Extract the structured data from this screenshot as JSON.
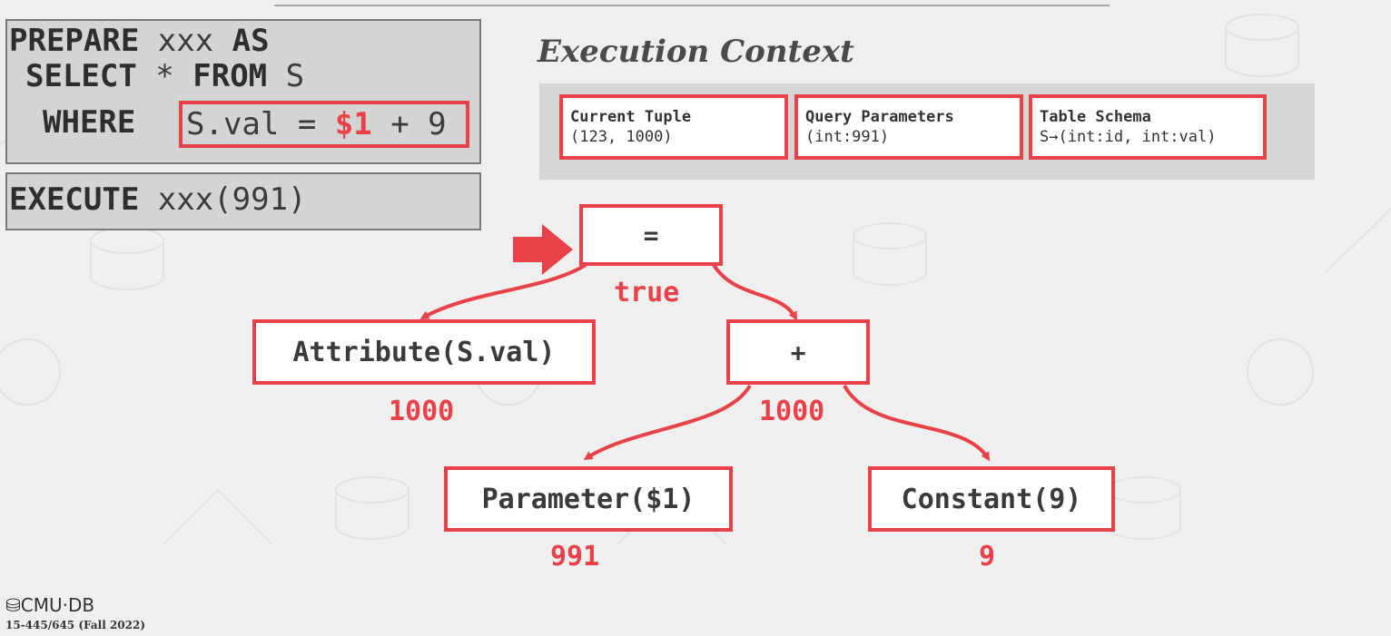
{
  "sql": {
    "line1_kw1": "PREPARE",
    "line1_tx": " xxx ",
    "line1_kw2": "AS",
    "line2_kw1": "SELECT",
    "line2_tx1": " * ",
    "line2_kw2": "FROM",
    "line2_tx2": " S",
    "line3_kw": "WHERE",
    "where_left": "S.val = ",
    "where_param": "$1",
    "where_right": " + 9",
    "exec_kw": "EXECUTE",
    "exec_tx": " xxx(991)"
  },
  "context": {
    "title": "Execution Context",
    "cards": [
      {
        "title": "Current Tuple",
        "value": "(123, 1000)"
      },
      {
        "title": "Query Parameters",
        "value": "(int:991)"
      },
      {
        "title": "Table Schema",
        "value": "S→(int:id, int:val)"
      }
    ]
  },
  "tree": {
    "root": {
      "label": "=",
      "value": "true"
    },
    "left": {
      "label": "Attribute(S.val)",
      "value": "1000"
    },
    "plus": {
      "label": "+",
      "value": "1000"
    },
    "param": {
      "label": "Parameter($1)",
      "value": "991"
    },
    "const": {
      "label": "Constant(9)",
      "value": "9"
    }
  },
  "footer": {
    "logo": "CMU·DB",
    "course": "15-445/645 (Fall 2022)"
  },
  "colors": {
    "accent": "#e8414a",
    "panel": "#d6d6d6",
    "text": "#3a3a3a"
  }
}
